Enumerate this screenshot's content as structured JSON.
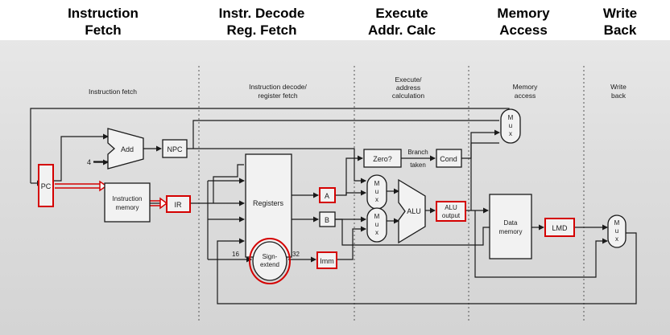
{
  "headers": {
    "instruction_fetch": "Instruction\nFetch",
    "decode": "Instr. Decode\nReg. Fetch",
    "execute": "Execute\nAddr. Calc",
    "memory": "Memory\nAccess",
    "writeback": "Write\nBack"
  },
  "stage_labels": {
    "instruction_fetch": "Instruction fetch",
    "decode_line1": "Instruction decode/",
    "decode_line2": "register fetch",
    "execute_line1": "Execute/",
    "execute_line2": "address",
    "execute_line3": "calculation",
    "memory_line1": "Memory",
    "memory_line2": "access",
    "writeback_line1": "Write",
    "writeback_line2": "back"
  },
  "blocks": {
    "pc": "PC",
    "add": "Add",
    "four": "4",
    "npc": "NPC",
    "imem_line1": "Instruction",
    "imem_line2": "memory",
    "ir": "IR",
    "registers": "Registers",
    "a": "A",
    "b": "B",
    "sign_line1": "Sign-",
    "sign_line2": "extend",
    "width_16": "16",
    "width_32": "32",
    "imm": "Imm",
    "zero": "Zero?",
    "branch_line1": "Branch",
    "branch_line2": "taken",
    "cond": "Cond",
    "alu": "ALU",
    "aluout_line1": "ALU",
    "aluout_line2": "output",
    "dmem_line1": "Data",
    "dmem_line2": "memory",
    "lmd": "LMD",
    "mux_m": "M",
    "mux_u": "u",
    "mux_x": "x"
  },
  "colors": {
    "highlight": "#d40000",
    "ink": "#1a1a1a",
    "scan_background": "#dedede"
  }
}
